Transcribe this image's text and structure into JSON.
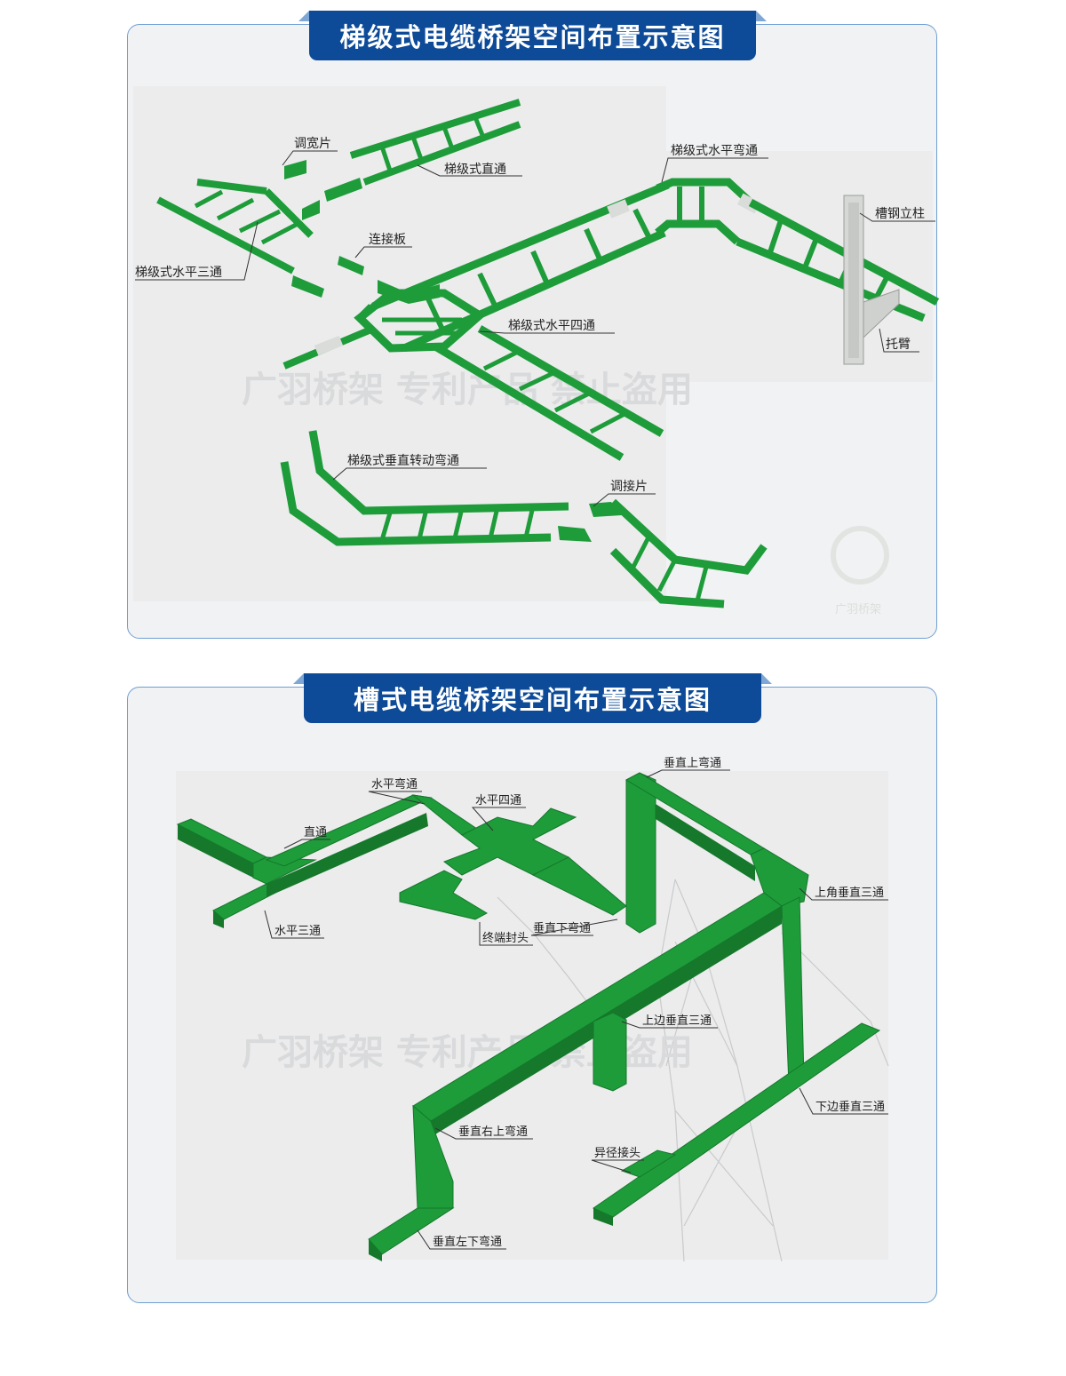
{
  "colors": {
    "tray_green": "#1e9c3a",
    "tray_dark": "#15782b",
    "title_bg": "#0d4a97",
    "panel_border": "#6f9fd4"
  },
  "ladder_panel": {
    "title": "梯级式电缆桥架空间布置示意图",
    "labels": {
      "adjust_width": "调宽片",
      "ladder_straight": "梯级式直通",
      "horizontal_elbow": "梯级式水平弯通",
      "channel_column": "槽钢立柱",
      "connector_plate": "连接板",
      "horizontal_tee": "梯级式水平三通",
      "horizontal_cross": "梯级式水平四通",
      "support_arm": "托臂",
      "vertical_turn": "梯级式垂直转动弯通",
      "adjust_plate": "调接片"
    },
    "watermark": "广羽桥架  专利产品  禁止盗用",
    "logo_text": "广羽桥架"
  },
  "trough_panel": {
    "title": "槽式电缆桥架空间布置示意图",
    "labels": {
      "vertical_up_elbow": "垂直上弯通",
      "horizontal_elbow": "水平弯通",
      "horizontal_cross": "水平四通",
      "straight": "直通",
      "corner_vertical_tee": "上角垂直三通",
      "horizontal_tee": "水平三通",
      "end_cap": "终端封头",
      "vertical_down_elbow": "垂直下弯通",
      "top_vertical_tee": "上边垂直三通",
      "bottom_vertical_tee": "下边垂直三通",
      "vertical_right_up_elbow": "垂直右上弯通",
      "reducer": "异径接头",
      "vertical_left_down_elbow": "垂直左下弯通"
    },
    "watermark": "广羽桥架  专利产品  禁止盗用"
  }
}
